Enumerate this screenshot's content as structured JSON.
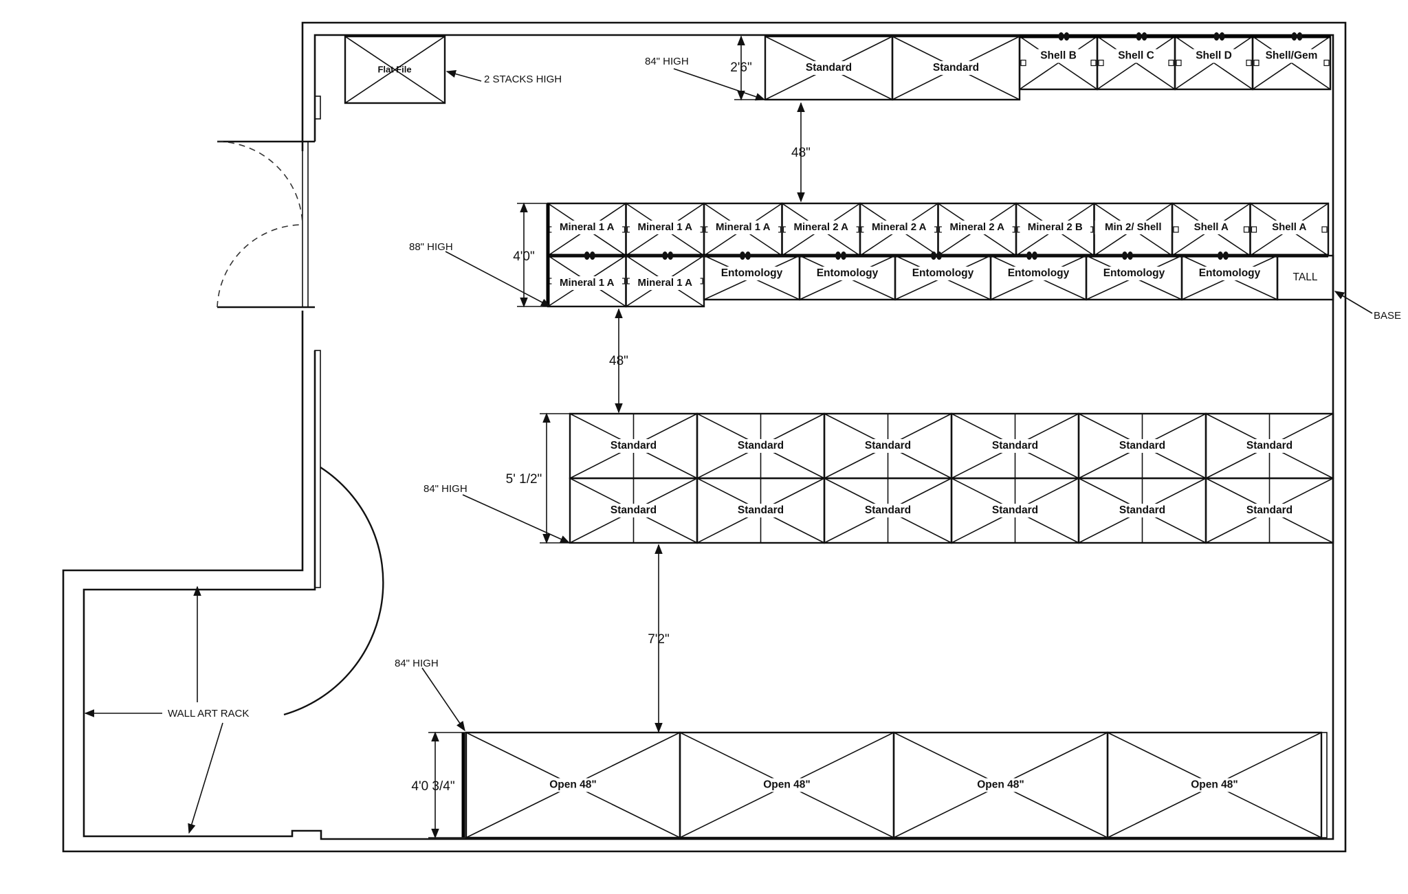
{
  "row1": {
    "standard_cabinets": [
      "Standard",
      "Standard"
    ],
    "shell_cabinets": [
      "Shell B",
      "Shell C",
      "Shell D",
      "Shell/Gem"
    ]
  },
  "row2": {
    "top": [
      "Mineral 1 A",
      "Mineral 1 A",
      "Mineral 1 A",
      "Mineral 2 A",
      "Mineral 2 A",
      "Mineral 2 A",
      "Mineral 2 B",
      "Min 2/ Shell",
      "Shell A",
      "Shell A"
    ],
    "bottom_left": [
      "Mineral 1 A",
      "Mineral 1 A"
    ],
    "entomology": [
      "Entomology",
      "Entomology",
      "Entomology",
      "Entomology",
      "Entomology",
      "Entomology"
    ],
    "tall": "TALL"
  },
  "row3": {
    "top": [
      "Standard",
      "Standard",
      "Standard",
      "Standard",
      "Standard",
      "Standard"
    ],
    "bottom": [
      "Standard",
      "Standard",
      "Standard",
      "Standard",
      "Standard",
      "Standard"
    ]
  },
  "row4": {
    "open": [
      "Open 48\"",
      "Open 48\"",
      "Open 48\"",
      "Open 48\""
    ]
  },
  "flat_file": "Flat File",
  "annotations": {
    "stacks": "2 STACKS HIGH",
    "high_84_a": "84\" HIGH",
    "high_88": "88\" HIGH",
    "high_84_b": "84\" HIGH",
    "high_84_c": "84\" HIGH",
    "base": "BASE",
    "wall_art_rack": "WALL ART RACK"
  },
  "dimensions": {
    "row1_height": "2'6\"",
    "gap_1_2": "48\"",
    "row2_height": "4'0\"",
    "gap_2_3": "48\"",
    "row3_height": "5' 1/2\"",
    "gap_3_4": "7'2\"",
    "row4_height": "4'0 3/4\""
  }
}
